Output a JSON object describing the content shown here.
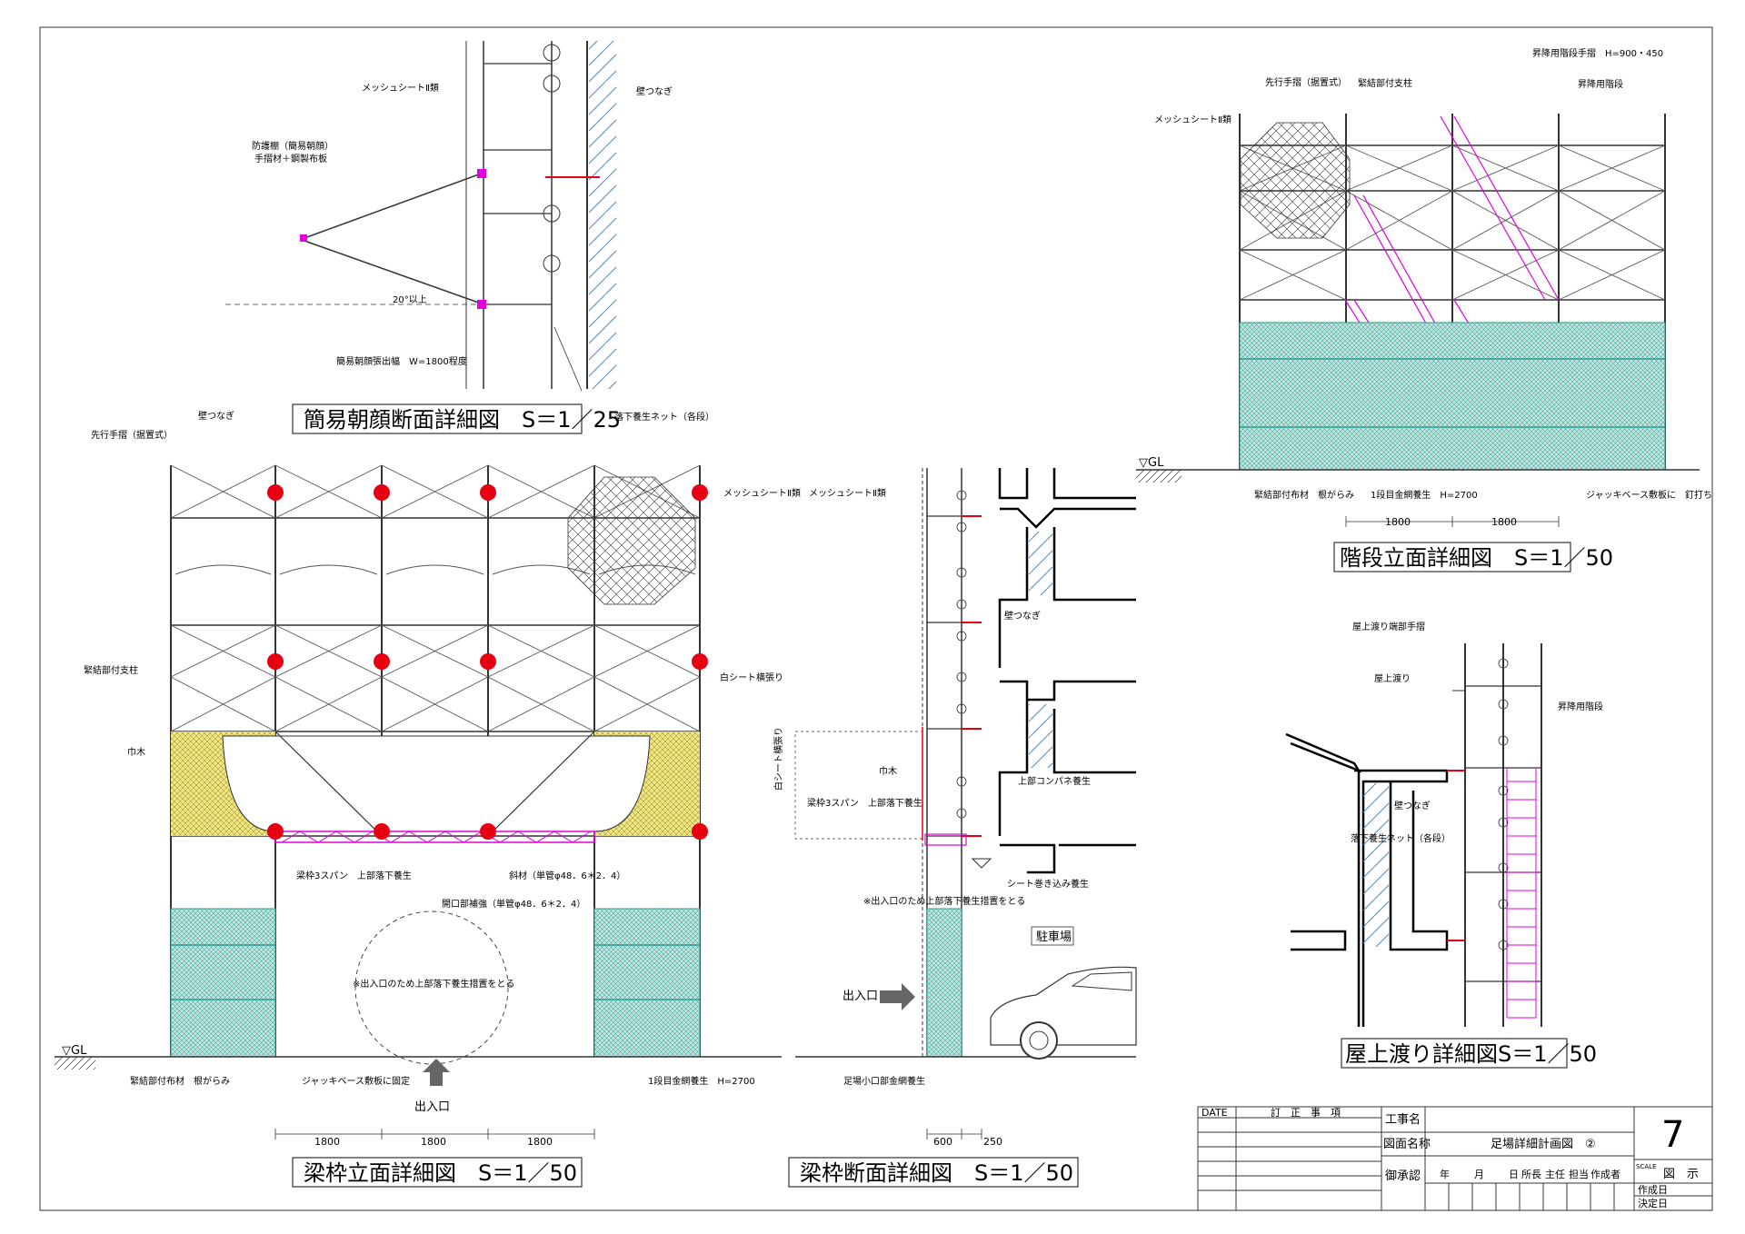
{
  "colors": {
    "line": "#333333",
    "red": "#e60012",
    "magenta": "#e000e0",
    "teal": "#2a9d8f",
    "yellow": "#f0e050",
    "wall_hatch": "#3b8fd9"
  },
  "panels": {
    "simple_canopy": {
      "title": "簡易朝顔断面詳細図　S＝1／25",
      "labels": {
        "mesh": "メッシュシートⅡ類",
        "guard1": "防護棚（簡易朝顔）",
        "guard2": "手摺材＋鋼製布板",
        "wall_tie": "壁つなぎ",
        "angle": "20°以上",
        "width": "簡易朝顔張出幅　W=1800程度",
        "fall_net": "落下養生ネット（各段）"
      }
    },
    "frame_elevation": {
      "title": "梁枠立面詳細図　S＝1／50",
      "labels": {
        "handrail": "先行手摺（据置式）",
        "wall_tie": "壁つなぎ",
        "mesh": "メッシュシートⅡ類",
        "post": "緊結部付支柱",
        "white_sheet": "白シート横張り",
        "habaki": "巾木",
        "beam_cover": "梁枠3スパン　上部落下養生",
        "brace": "斜材（単管φ48．6＊2．4）",
        "opening": "開口部補強（単管φ48．6＊2．4）",
        "note": "※出入口のため上部落下養生措置をとる",
        "base": "緊結部付布材　根がらみ",
        "jack": "ジャッキベース敷板に固定",
        "wire_mesh": "1段目金網養生　H=2700",
        "entrance": "出入口",
        "gl": "▽GL"
      },
      "dims": [
        "1800",
        "1800",
        "1800"
      ]
    },
    "frame_section": {
      "title": "梁枠断面詳細図　S＝1／50",
      "labels": {
        "mesh": "メッシュシートⅡ類",
        "wall_tie": "壁つなぎ",
        "white_sheet": "白シート横張り",
        "habaki": "巾木",
        "beam_cover": "梁枠3スパン　上部落下養生",
        "top_panel": "上部コンパネ養生",
        "sheet_roll": "シート巻き込み養生",
        "note": "※出入口のため上部落下養生措置をとる",
        "parking": "駐車場",
        "entrance": "出入口",
        "bottom_mesh": "足場小口部金網養生"
      },
      "dims": [
        "600",
        "250"
      ]
    },
    "stair_elevation": {
      "title": "階段立面詳細図　S＝1／50",
      "labels": {
        "handrail": "先行手摺（据置式）",
        "post": "緊結部付支柱",
        "stair_rail": "昇降用階段手摺　H=900・450",
        "stair": "昇降用階段",
        "mesh": "メッシュシートⅡ類",
        "gl": "▽GL",
        "base": "緊結部付布材　根がらみ",
        "wire_mesh": "1段目金網養生　H=2700",
        "jack": "ジャッキベース敷板に　釘打ち"
      },
      "dims": [
        "1800",
        "1800"
      ]
    },
    "roof_crossing": {
      "title": "屋上渡り詳細図S＝1／50",
      "labels": {
        "end_rail": "屋上渡り端部手摺",
        "crossing": "屋上渡り",
        "stair": "昇降用階段",
        "wall_tie": "壁つなぎ",
        "fall_net": "落下養生ネット（各段）"
      }
    }
  },
  "title_block": {
    "date": "DATE",
    "revision": "訂　正　事　項",
    "project_label": "工事名",
    "project_value": "",
    "drawing_label": "図面名称",
    "drawing_value": "足場詳細計画図　②",
    "approval": "御承認",
    "cols": [
      "年",
      "月",
      "日",
      "所長",
      "主任",
      "担当",
      "作成者"
    ],
    "sheet_no": "7",
    "scale_label": "SCALE",
    "scale_value": "図　示",
    "made_date": "作成日",
    "decided_date": "決定日"
  }
}
